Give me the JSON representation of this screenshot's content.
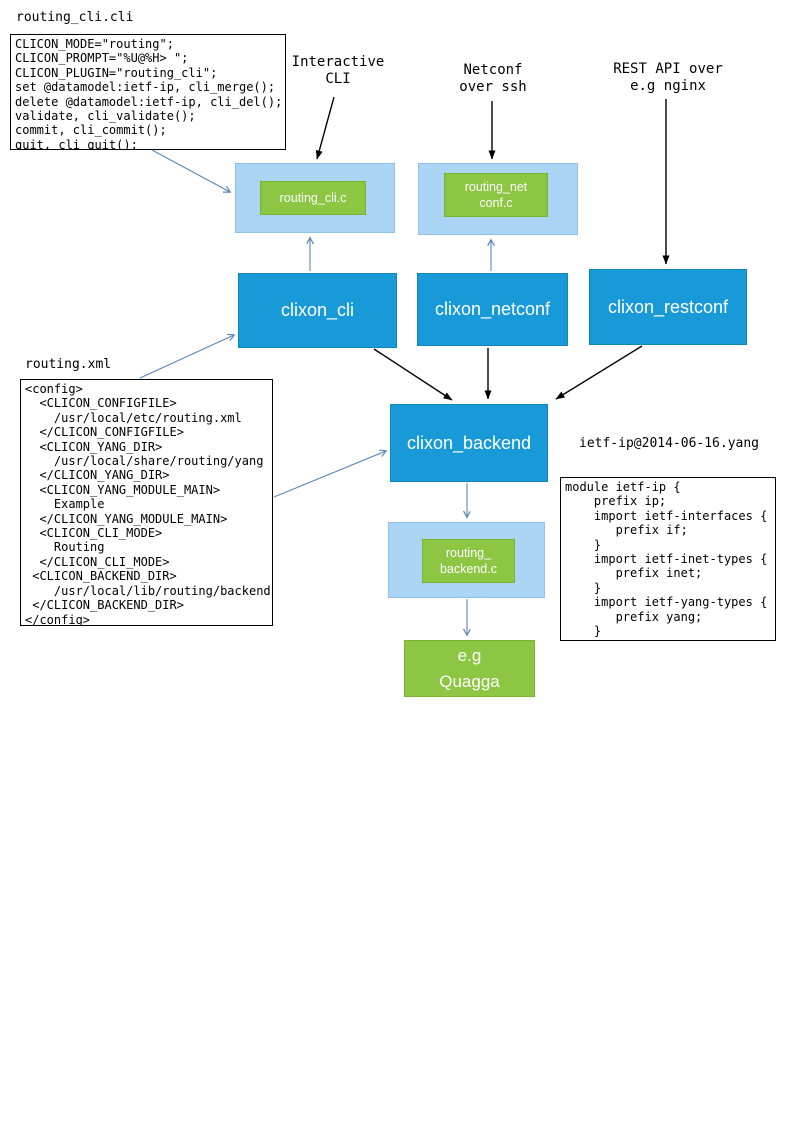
{
  "colors": {
    "node_blue": "#189ad9",
    "panel_blue": "#abd5f5",
    "accent_green": "#8cc642",
    "arrow_blue": "#5b87b8",
    "arrow_black": "#000000"
  },
  "labels": {
    "cli_file": "routing_cli.cli",
    "xml_file": "routing.xml",
    "yang_file": "ietf-ip@2014-06-16.yang",
    "interactive_cli": "Interactive\nCLI",
    "netconf_ssh": "Netconf\nover ssh",
    "rest_api": "REST API over\ne.g nginx"
  },
  "code": {
    "routing_cli_cli": "CLICON_MODE=\"routing\";\nCLICON_PROMPT=\"%U@%H> \";\nCLICON_PLUGIN=\"routing_cli\";\nset @datamodel:ietf-ip, cli_merge();\ndelete @datamodel:ietf-ip, cli_del();\nvalidate, cli_validate();\ncommit, cli_commit();\nquit, cli_quit();",
    "routing_xml": "<config>\n  <CLICON_CONFIGFILE>\n    /usr/local/etc/routing.xml\n  </CLICON_CONFIGFILE>\n  <CLICON_YANG_DIR>\n    /usr/local/share/routing/yang\n  </CLICON_YANG_DIR>\n  <CLICON_YANG_MODULE_MAIN>\n    Example\n  </CLICON_YANG_MODULE_MAIN>\n  <CLICON_CLI_MODE>\n    Routing\n  </CLICON_CLI_MODE>\n <CLICON_BACKEND_DIR>\n    /usr/local/lib/routing/backend\n </CLICON_BACKEND_DIR>\n</config>",
    "ietf_ip_yang": "module ietf-ip {\n    prefix ip;\n    import ietf-interfaces {\n       prefix if;\n    }\n    import ietf-inet-types {\n       prefix inet;\n    }\n    import ietf-yang-types {\n       prefix yang;\n    }"
  },
  "nodes": {
    "routing_cli_c": "routing_cli.c",
    "routing_netconf_c": "routing_net\nconf.c",
    "clixon_cli": "clixon_cli",
    "clixon_netconf": "clixon_netconf",
    "clixon_restconf": "clixon_restconf",
    "clixon_backend": "clixon_backend",
    "routing_backend_c": "routing_\nbackend.c",
    "quagga": "e.g\nQuagga"
  }
}
